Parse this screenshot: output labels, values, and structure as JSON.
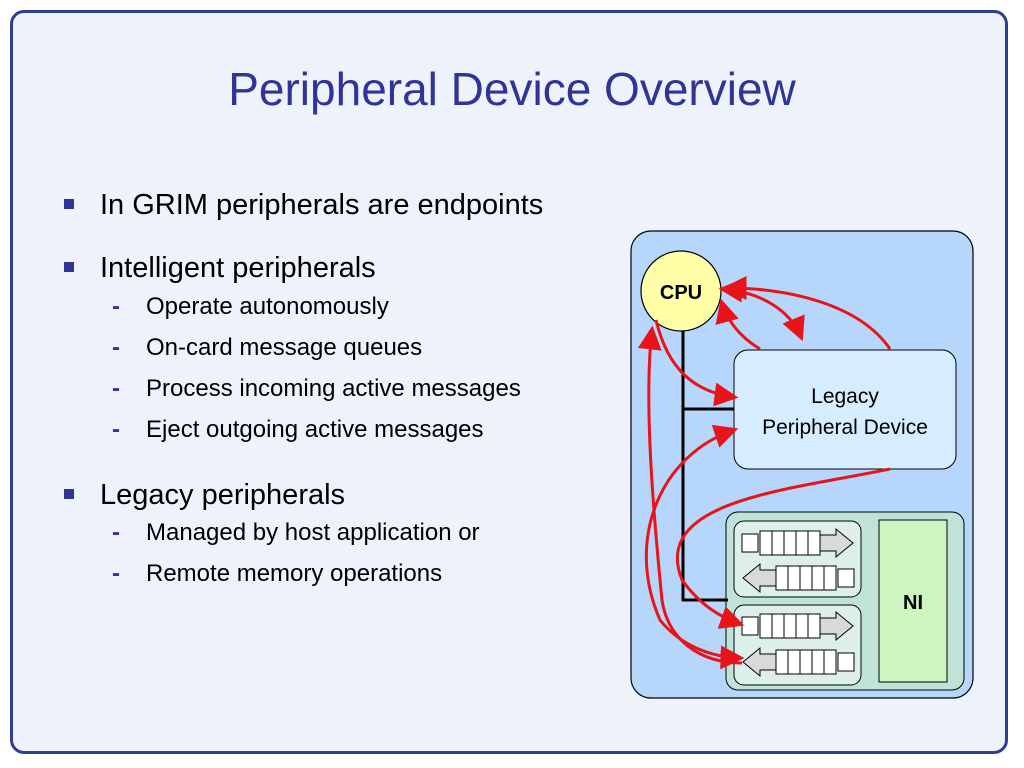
{
  "title": "Peripheral Device Overview",
  "bullets": [
    {
      "text": "In GRIM peripherals are endpoints",
      "sub": []
    },
    {
      "text": "Intelligent peripherals",
      "sub": [
        "Operate autonomously",
        "On-card message queues",
        "Process incoming active messages",
        "Eject outgoing active messages"
      ]
    },
    {
      "text": "Legacy peripherals",
      "sub": [
        "Managed by host application or",
        "Remote memory operations"
      ]
    }
  ],
  "diagram": {
    "cpu_label": "CPU",
    "legacy_line1": "Legacy",
    "legacy_line2": "Peripheral Device",
    "ni_label": "NI"
  },
  "colors": {
    "title": "#2e3597",
    "frame_border": "#2f3f8f",
    "diagram_bg": "#b6d7fb",
    "cpu_fill": "#ffffa8",
    "legacy_fill": "#d6ecff",
    "ni_panel_fill": "#bfe3d9",
    "ni_fill": "#ccf5c0",
    "arrow": "#e8141a"
  }
}
